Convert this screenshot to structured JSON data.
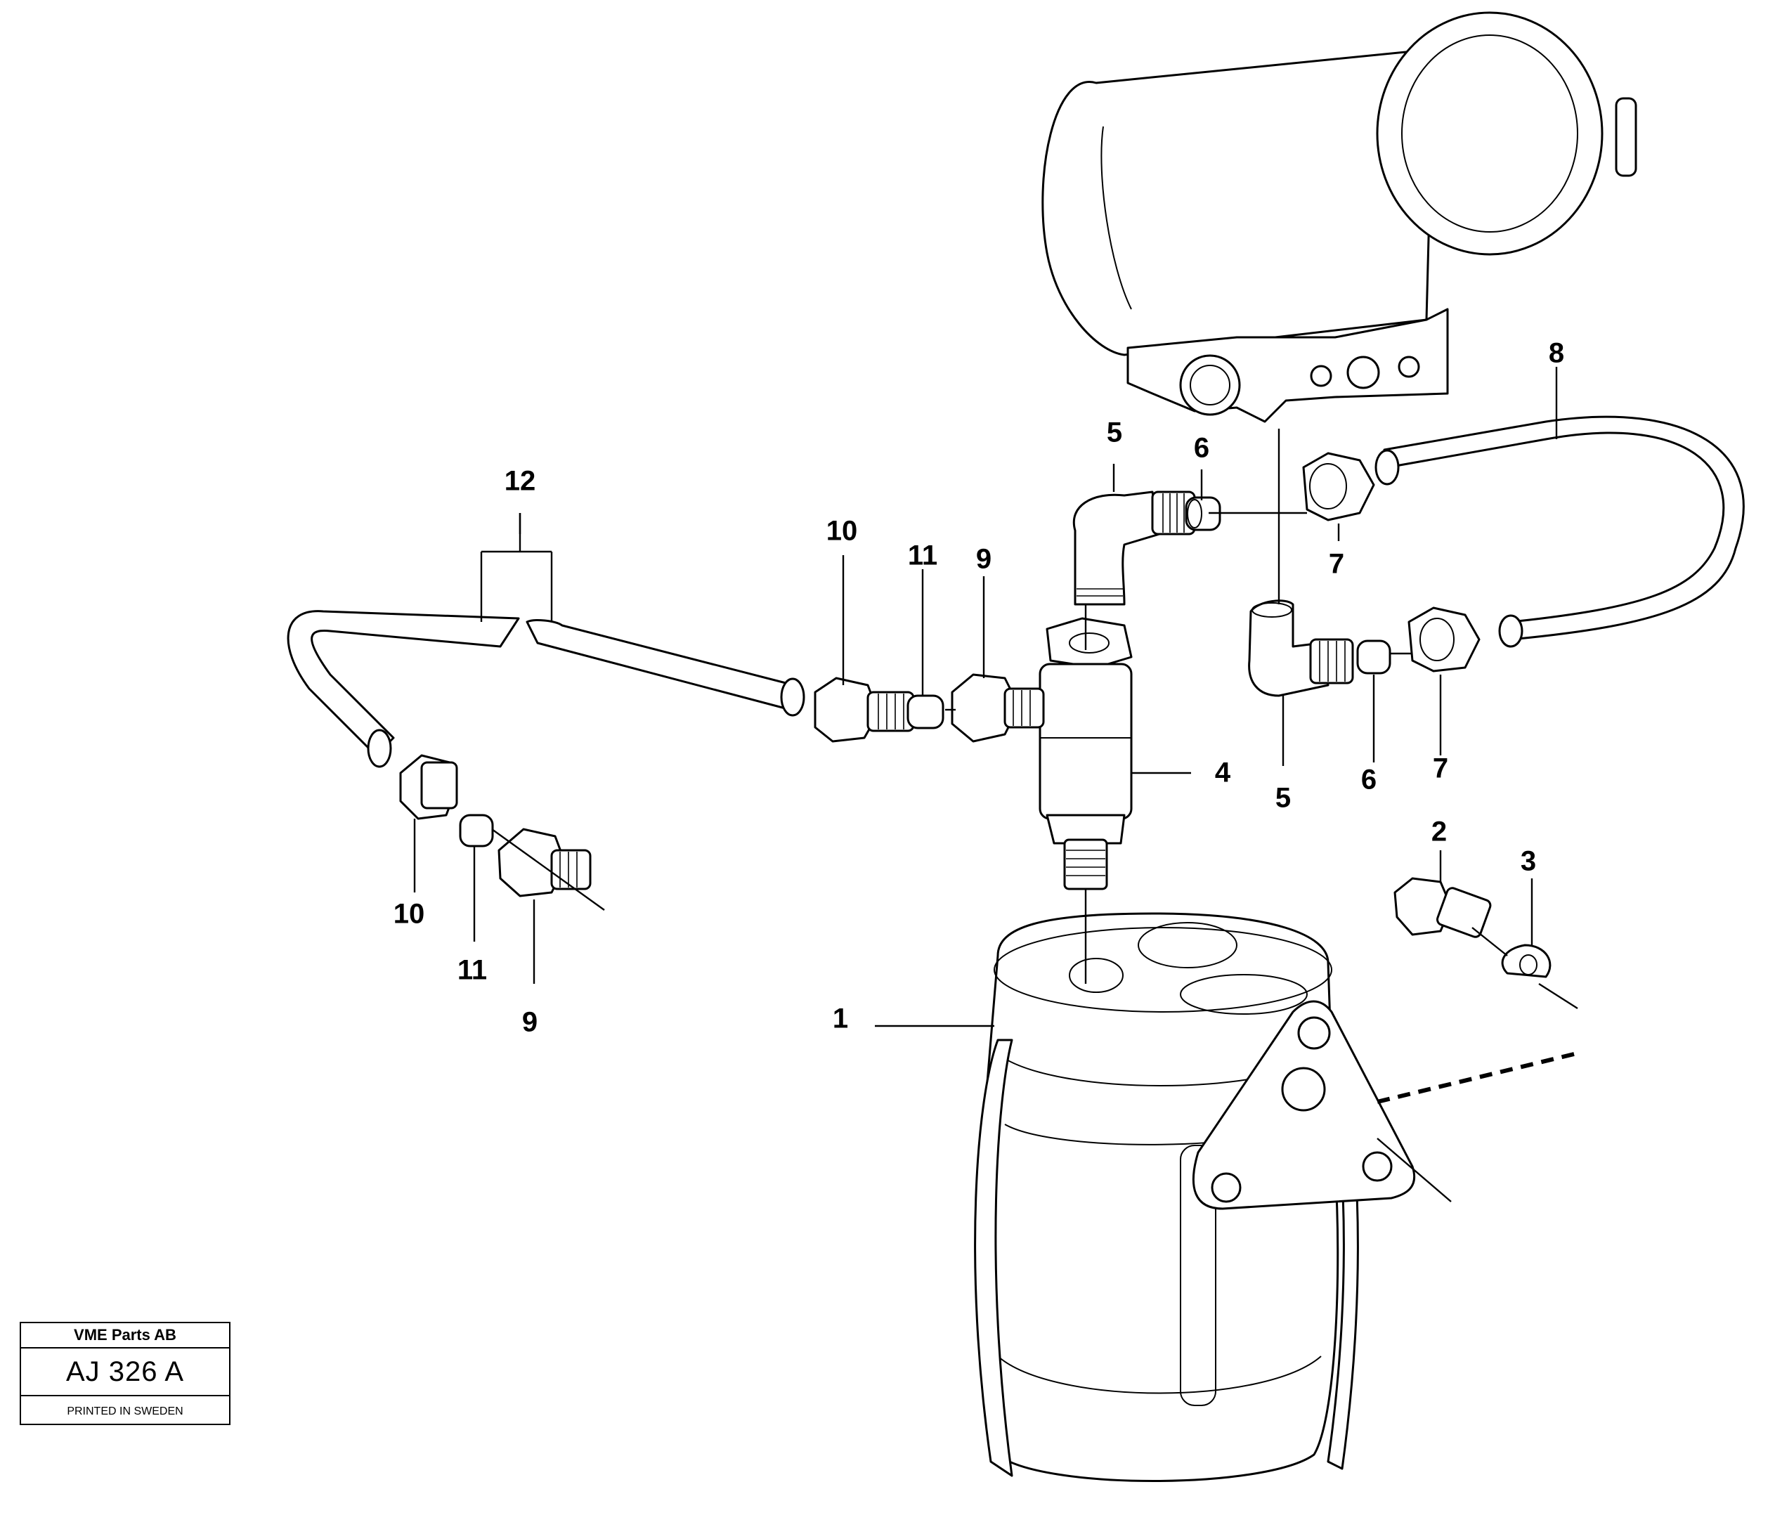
{
  "diagram": {
    "callouts": [
      "12",
      "10",
      "11",
      "9",
      "5",
      "6",
      "7",
      "8",
      "4",
      "5",
      "6",
      "7",
      "10",
      "11",
      "9",
      "2",
      "3",
      "1"
    ]
  },
  "stamp": {
    "company": "VME Parts AB",
    "code": "AJ 326 A",
    "printed": "PRINTED IN SWEDEN"
  }
}
